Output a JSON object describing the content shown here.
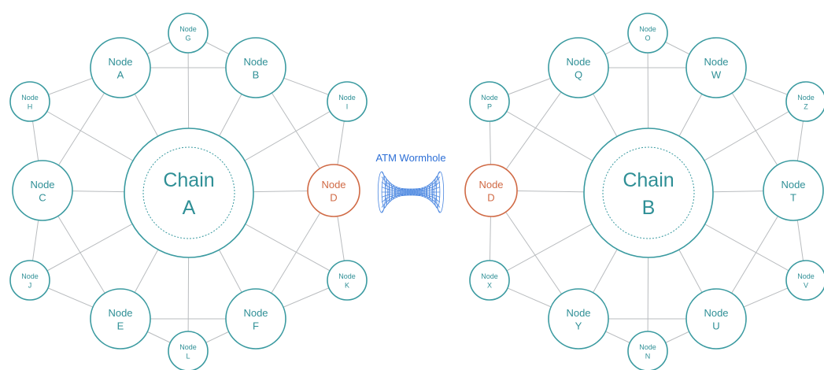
{
  "wormhole": {
    "label": "ATM Wormhole"
  },
  "chains": [
    {
      "id": "A",
      "hub": {
        "line1": "Chain",
        "line2": "A"
      },
      "nodes": [
        {
          "id": "G",
          "line1": "Node",
          "line2": "G",
          "kind": "small"
        },
        {
          "id": "A",
          "line1": "Node",
          "line2": "A",
          "kind": "big"
        },
        {
          "id": "B",
          "line1": "Node",
          "line2": "B",
          "kind": "big"
        },
        {
          "id": "H",
          "line1": "Node",
          "line2": "H",
          "kind": "small"
        },
        {
          "id": "I",
          "line1": "Node",
          "line2": "I",
          "kind": "small"
        },
        {
          "id": "C",
          "line1": "Node",
          "line2": "C",
          "kind": "big"
        },
        {
          "id": "D",
          "line1": "Node",
          "line2": "D",
          "kind": "bridge"
        },
        {
          "id": "J",
          "line1": "Node",
          "line2": "J",
          "kind": "small"
        },
        {
          "id": "K",
          "line1": "Node",
          "line2": "K",
          "kind": "small"
        },
        {
          "id": "E",
          "line1": "Node",
          "line2": "E",
          "kind": "big"
        },
        {
          "id": "F",
          "line1": "Node",
          "line2": "F",
          "kind": "big"
        },
        {
          "id": "L",
          "line1": "Node",
          "line2": "L",
          "kind": "small"
        }
      ]
    },
    {
      "id": "B",
      "hub": {
        "line1": "Chain",
        "line2": "B"
      },
      "nodes": [
        {
          "id": "O",
          "line1": "Node",
          "line2": "O",
          "kind": "small"
        },
        {
          "id": "Q",
          "line1": "Node",
          "line2": "Q",
          "kind": "big"
        },
        {
          "id": "W",
          "line1": "Node",
          "line2": "W",
          "kind": "big"
        },
        {
          "id": "P",
          "line1": "Node",
          "line2": "P",
          "kind": "small"
        },
        {
          "id": "Z",
          "line1": "Node",
          "line2": "Z",
          "kind": "small"
        },
        {
          "id": "D",
          "line1": "Node",
          "line2": "D",
          "kind": "bridge"
        },
        {
          "id": "T",
          "line1": "Node",
          "line2": "T",
          "kind": "big"
        },
        {
          "id": "X",
          "line1": "Node",
          "line2": "X",
          "kind": "small"
        },
        {
          "id": "V",
          "line1": "Node",
          "line2": "V",
          "kind": "small"
        },
        {
          "id": "Y",
          "line1": "Node",
          "line2": "Y",
          "kind": "big"
        },
        {
          "id": "U",
          "line1": "Node",
          "line2": "U",
          "kind": "big"
        },
        {
          "id": "N",
          "line1": "Node",
          "line2": "N",
          "kind": "small"
        }
      ]
    }
  ],
  "colors": {
    "node": "#3a9aa0",
    "bridge": "#d06a45",
    "wormhole": "#2d6fd6",
    "edge": "#b9bcbf"
  }
}
